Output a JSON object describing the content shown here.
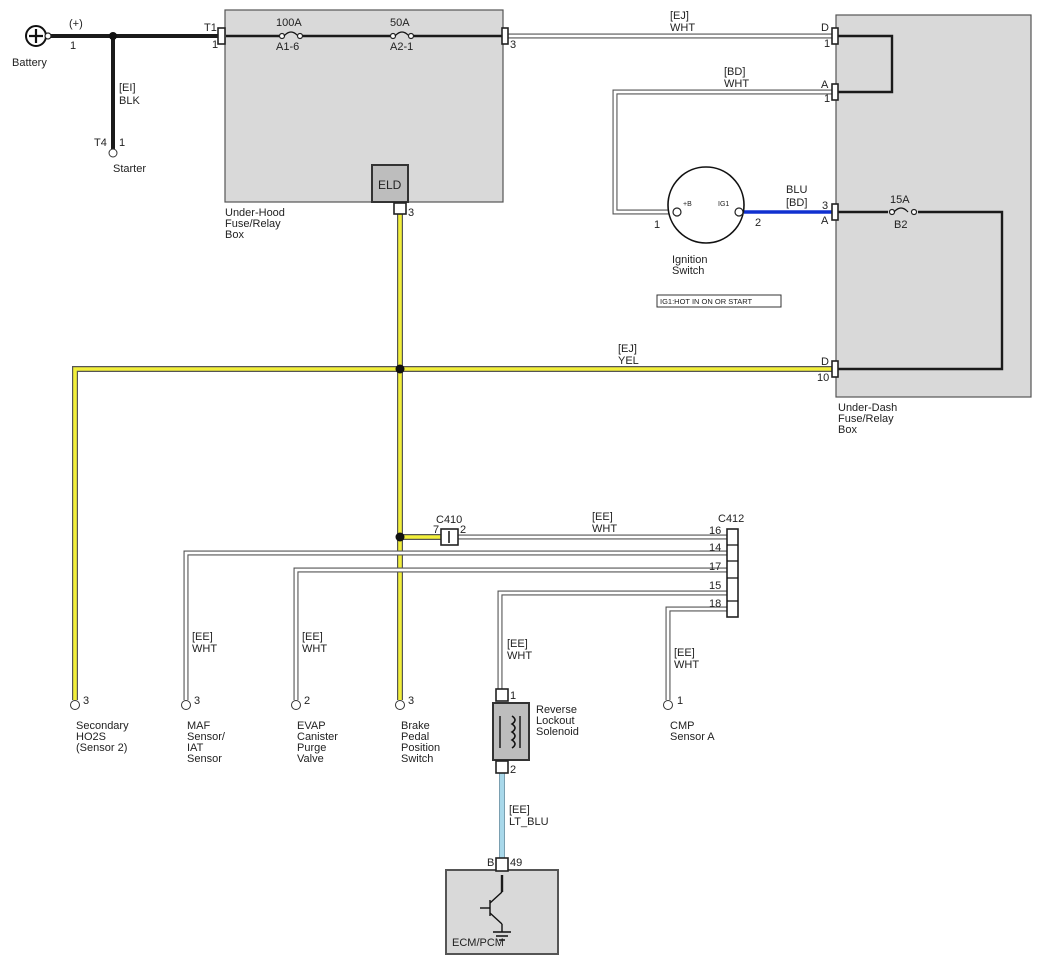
{
  "battery": {
    "label": "Battery",
    "polarity": "(+)",
    "pin": "1"
  },
  "starter": {
    "label": "Starter",
    "terminal": "T4",
    "pin": "1",
    "wire_code": "[EI]",
    "wire_color": "BLK"
  },
  "under_hood_box": {
    "label_lines": [
      "Under-Hood",
      "Fuse/Relay",
      "Box"
    ],
    "terminal_t1": "T1",
    "pin_1": "1",
    "fuse_1": {
      "rating": "100A",
      "id": "A1-6"
    },
    "fuse_2": {
      "rating": "50A",
      "id": "A2-1"
    },
    "pin_3_right": "3",
    "eld_label": "ELD",
    "eld_pin": "3"
  },
  "under_dash_box": {
    "label_lines": [
      "Under-Dash",
      "Fuse/Relay",
      "Box"
    ],
    "conn_d1": {
      "letter": "D",
      "pin": "1"
    },
    "conn_a1": {
      "letter": "A",
      "pin": "1"
    },
    "conn_a3": {
      "letter": "A",
      "pin": "3"
    },
    "conn_d10": {
      "letter": "D",
      "pin": "10"
    },
    "fuse": {
      "rating": "15A",
      "id": "B2"
    }
  },
  "wires": {
    "ej_wht": {
      "code": "[EJ]",
      "color": "WHT"
    },
    "bd_wht": {
      "code": "[BD]",
      "color": "WHT"
    },
    "blu_bd": {
      "color": "BLU",
      "code": "[BD]"
    },
    "ej_yel": {
      "code": "[EJ]",
      "color": "YEL"
    },
    "ee_wht_c410": {
      "code": "[EE]",
      "color": "WHT"
    },
    "ee_wht_maf": {
      "code": "[EE]",
      "color": "WHT"
    },
    "ee_wht_evap": {
      "code": "[EE]",
      "color": "WHT"
    },
    "ee_wht_solenoid": {
      "code": "[EE]",
      "color": "WHT"
    },
    "ee_wht_cmp": {
      "code": "[EE]",
      "color": "WHT"
    },
    "ee_ltblu": {
      "code": "[EE]",
      "color": "LT_BLU"
    }
  },
  "ignition": {
    "label_lines": [
      "Ignition",
      "Switch"
    ],
    "pin_b": "+B",
    "pin_ig1": "IG1",
    "pin_1": "1",
    "pin_2": "2",
    "note": "IG1:HOT IN ON OR START"
  },
  "c410": {
    "label": "C410",
    "pin_left": "7",
    "pin_right": "2"
  },
  "c412": {
    "label": "C412",
    "pins": [
      "16",
      "14",
      "17",
      "15",
      "18"
    ]
  },
  "components": {
    "secondary_ho2s": {
      "pin": "3",
      "label_lines": [
        "Secondary",
        "HO2S",
        "(Sensor 2)"
      ]
    },
    "maf_iat": {
      "pin": "3",
      "label_lines": [
        "MAF",
        "Sensor/",
        "IAT",
        "Sensor"
      ]
    },
    "evap": {
      "pin": "2",
      "label_lines": [
        "EVAP",
        "Canister",
        "Purge",
        "Valve"
      ]
    },
    "brake_pedal": {
      "pin": "3",
      "label_lines": [
        "Brake",
        "Pedal",
        "Position",
        "Switch"
      ]
    },
    "cmp": {
      "pin": "1",
      "label_lines": [
        "CMP",
        "Sensor A"
      ]
    },
    "solenoid": {
      "pin_top": "1",
      "pin_bottom": "2",
      "label_lines": [
        "Reverse",
        "Lockout",
        "Solenoid"
      ]
    },
    "ecm": {
      "label": "ECM/PCM",
      "conn_letter": "B",
      "pin": "49"
    }
  }
}
